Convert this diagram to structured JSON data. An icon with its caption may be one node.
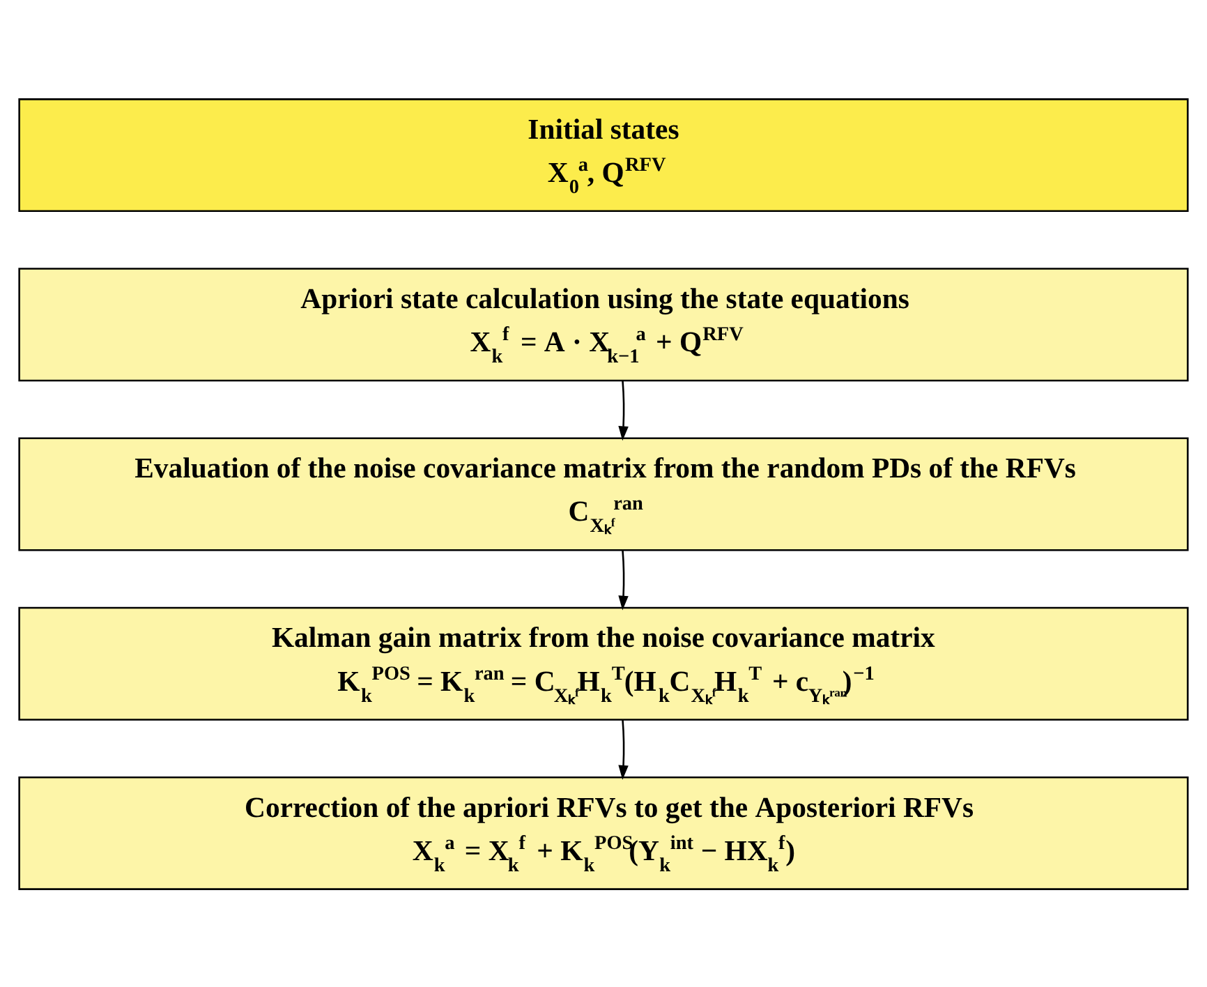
{
  "diagram": {
    "nodes": [
      {
        "text": [
          "Initial states",
          "X$_{0}$$^{a}$, Q$^{RFV}$"
        ]
      },
      {
        "text": [
          "Apriori state calculation using the state equations",
          "X$_{k}$$^{f}$ = A · X$_{k−1}$$^{a}$ + Q$^{RFV}$"
        ]
      },
      {
        "text": [
          "Evaluation of the noise covariance matrix from the random PDs of the RFVs",
          "C$_{Xₖᶠ}$$^{ran}$"
        ]
      },
      {
        "text": [
          "Kalman gain matrix from the noise covariance matrix",
          "K$_{k}$$^{POS}$ = K$_{k}$$^{ran}$ = C$_{Xₖᶠ}$H$_{k}$$^{T}$(H$_{k}$C$_{Xₖᶠ}$H$_{k}$$^{T}$ + c$_{Yₖʳᵃⁿ}$)$^{−1}$"
        ]
      },
      {
        "text": [
          "Correction of the apriori RFVs to get the Aposteriori RFVs",
          "X$_{k}$$^{a}$ = X$_{k}$$^{f}$ + K$_{k}$$^{POS}$(Y$_{k}$$^{int}$ − HX$_{k}$$^{f}$)"
        ]
      }
    ],
    "edges": [
      {
        "from": 1,
        "to": 2,
        "arrow": "to"
      },
      {
        "from": 2,
        "to": 3,
        "arrow": "to"
      },
      {
        "from": 3,
        "to": 4,
        "arrow": "to"
      }
    ]
  }
}
